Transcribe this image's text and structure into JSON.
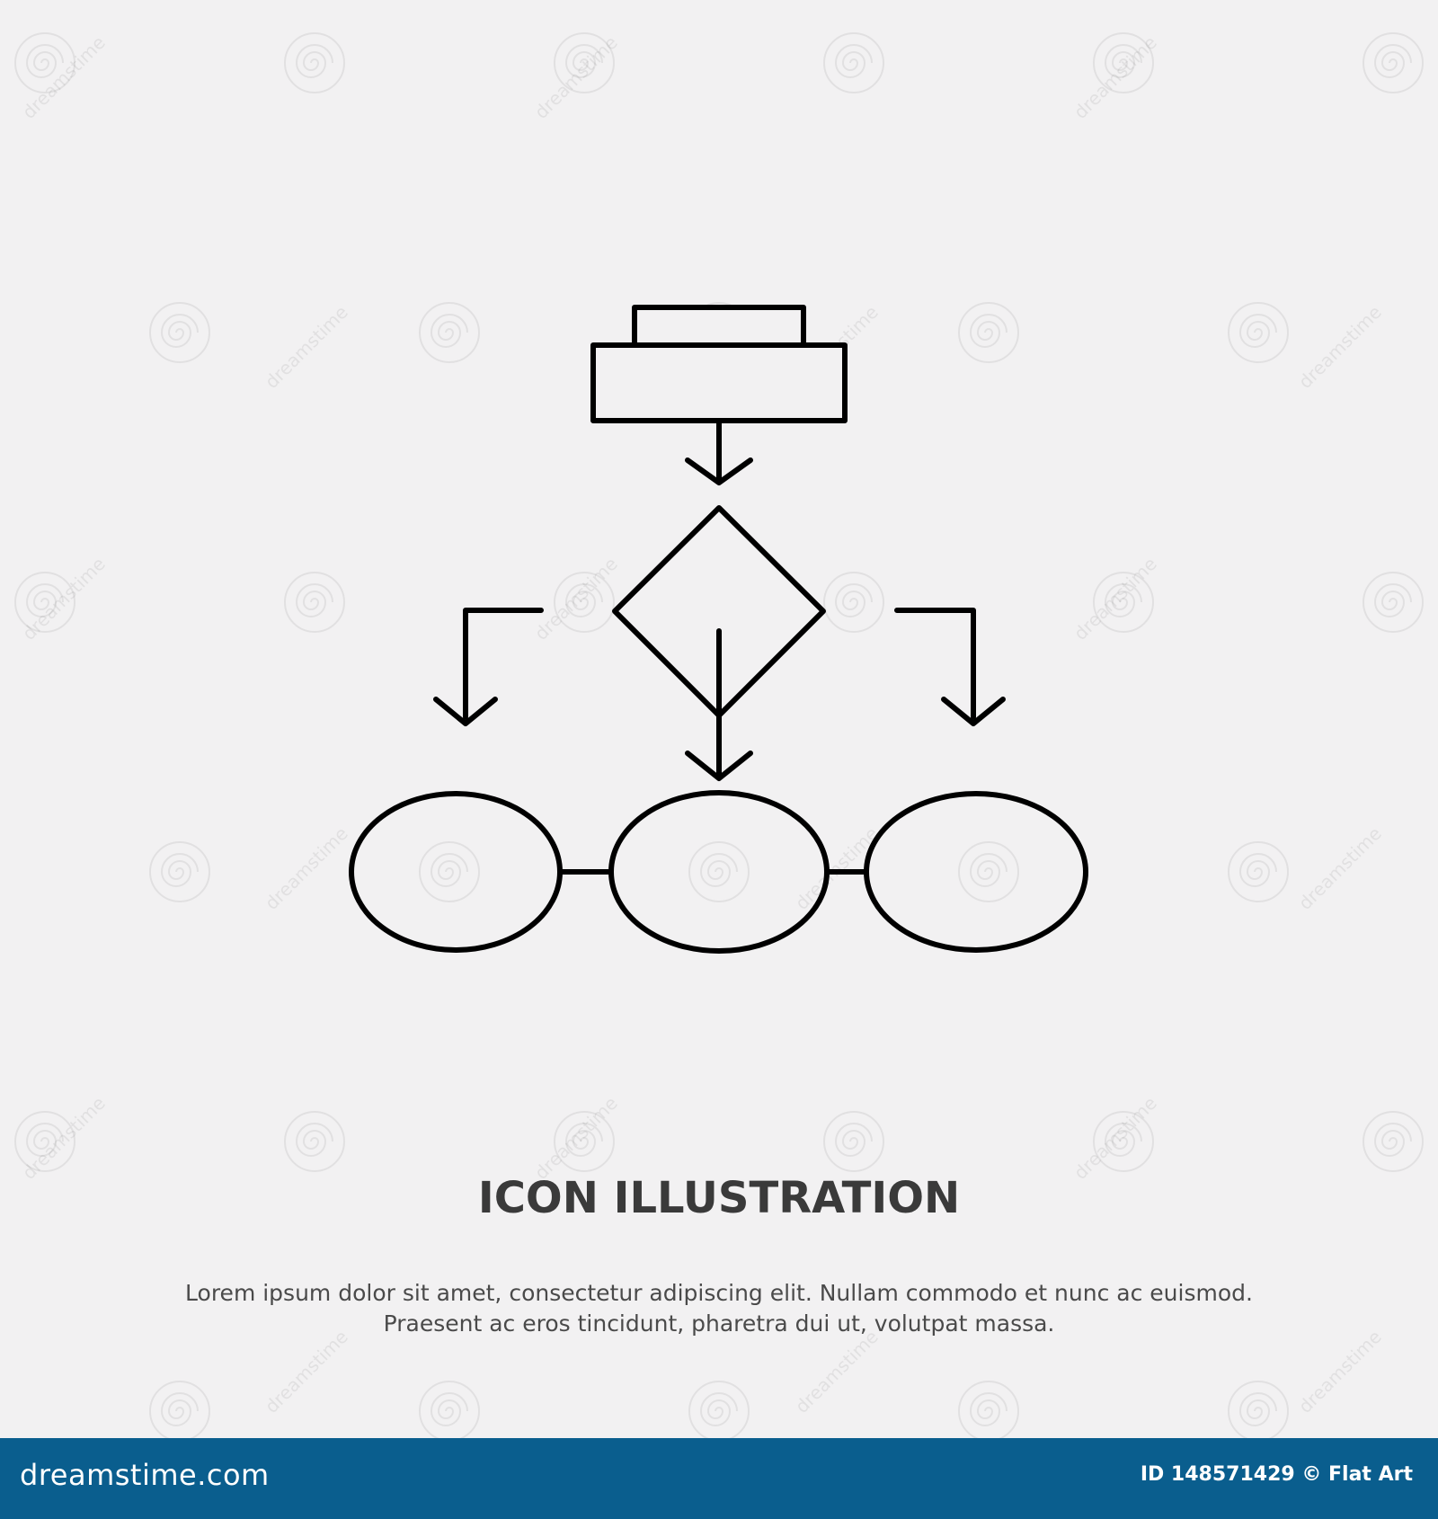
{
  "headline": "ICON ILLUSTRATION",
  "body": {
    "line1": "Lorem ipsum dolor sit amet, consectetur adipiscing elit. Nullam commodo et nunc ac euismod.",
    "line2": "Praesent ac eros tincidunt, pharetra dui ut, volutpat massa."
  },
  "footer": {
    "site": "dreamstime.com",
    "credit": "ID 148571429 © Flat Art"
  },
  "watermark": {
    "text": "dreamstime"
  },
  "icon": {
    "name": "flowchart-icon"
  },
  "colors": {
    "background": "#f2f1f2",
    "icon_stroke": "#000000",
    "headline": "#3a3a3a",
    "footer_bar": "#0a5e8e",
    "footer_text": "#ffffff"
  }
}
